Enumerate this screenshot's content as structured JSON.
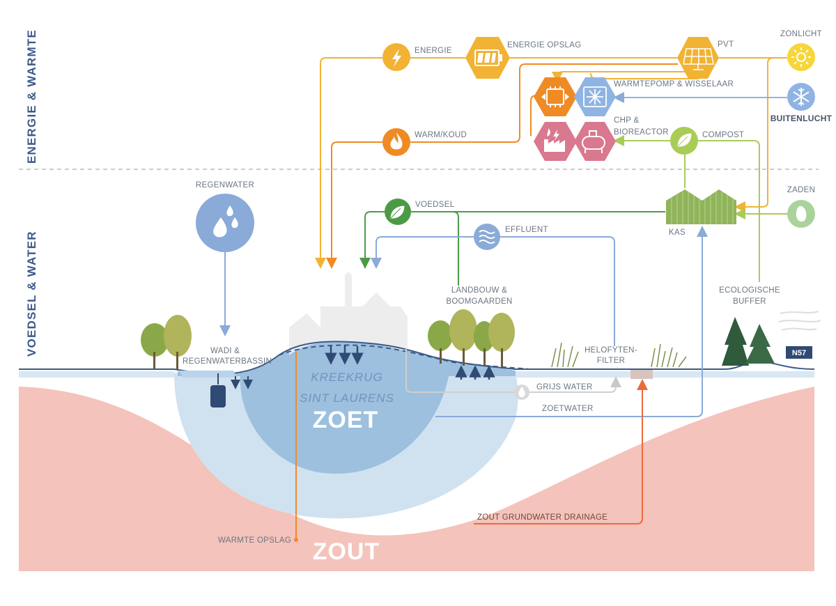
{
  "sections": {
    "energy": "ENERGIE & WARMTE",
    "food_water": "VOEDSEL & WATER"
  },
  "energy": {
    "energie": "ENERGIE",
    "energie_opslag": "ENERGIE OPSLAG",
    "pvt": "PVT",
    "zonlicht": "ZONLICHT",
    "warmtepomp": "WARMTEPOMP & WISSELAAR",
    "buitenlucht": "BUITENLUCHT",
    "warm_koud": "WARM/KOUD",
    "chp_line1": "CHP &",
    "chp_line2": "BIOREACTOR",
    "compost": "COMPOST"
  },
  "food": {
    "regenwater": "REGENWATER",
    "voedsel": "VOEDSEL",
    "effluent": "EFFLUENT",
    "kas": "KAS",
    "zaden": "ZADEN",
    "landbouw_line1": "LANDBOUW &",
    "landbouw_line2": "BOOMGAARDEN",
    "ecologische_line1": "ECOLOGISCHE",
    "ecologische_line2": "BUFFER",
    "wadi_line1": "WADI &",
    "wadi_line2": "REGENWATERBASSIN",
    "helofyten_line1": "HELOFYTEN-",
    "helofyten_line2": "FILTER",
    "grijs_water": "GRIJS WATER",
    "zoetwater": "ZOETWATER",
    "n57": "N57"
  },
  "ground": {
    "kreekrug_line1": "KREEKRUG",
    "kreekrug_line2": "SINT LAURENS",
    "zoet": "ZOET",
    "zout": "ZOUT",
    "zout_drainage": "ZOUT GRUNDWATER DRAINAGE",
    "warmte_opslag": "WARMTE OPSLAG"
  },
  "colors": {
    "energy_yellow": "#f2b233",
    "sun_yellow": "#f7d63b",
    "heat_orange": "#f08a24",
    "air_blue": "#8fb4e3",
    "chp_pink": "#d9788f",
    "compost_green": "#a9cc57",
    "food_green": "#4c9a45",
    "water_blue": "#8aaad8",
    "fresh_blue": "#9dc0df",
    "salt_pink": "#f4c3bb"
  }
}
